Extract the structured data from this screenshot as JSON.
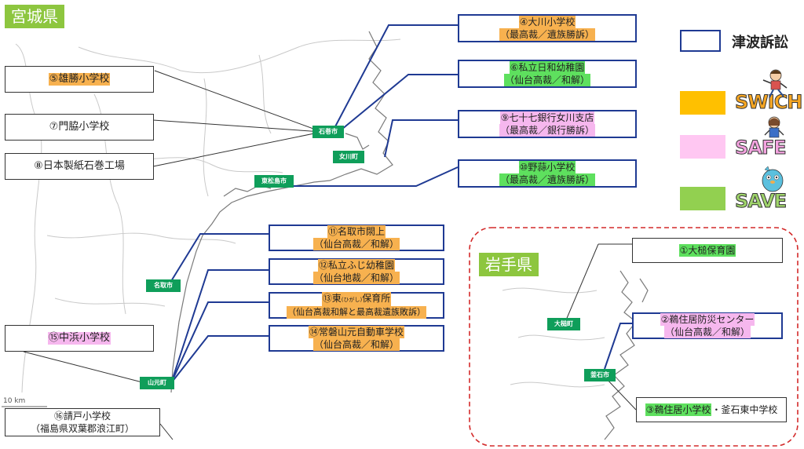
{
  "miyagi_label": "宮城県",
  "iwate_label": "岩手県",
  "legend": {
    "lawsuit_label": "津波訴訟",
    "switch_word": "SWICH",
    "safe_word": "SAFE",
    "save_word": "SAVE",
    "colors": {
      "switch": "#ffc000",
      "safe": "#ffc7f2",
      "save": "#92d050",
      "line": "#1f3a93"
    }
  },
  "cities": {
    "ishinomaki": "石巻市",
    "onagawa": "女川町",
    "higashimatsushima": "東松島市",
    "natori": "名取市",
    "yamamoto": "山元町",
    "otsuchi": "大槌町",
    "kamaishi": "釜石市"
  },
  "sites": {
    "s4": {
      "name": "④大川小学校",
      "detail": "（最高裁／遺族勝訴）"
    },
    "s6": {
      "name": "⑥私立日和幼稚園",
      "detail": "（仙台高裁／和解）"
    },
    "s9": {
      "name": "⑨七十七銀行女川支店",
      "detail": "（最高裁／銀行勝訴）"
    },
    "s10": {
      "name": "⑩野蒜小学校",
      "detail": "（最高裁／遺族勝訴）"
    },
    "s5": {
      "name": "⑤雄勝小学校"
    },
    "s7": {
      "name": "⑦門脇小学校"
    },
    "s8": {
      "name": "⑧日本製紙石巻工場"
    },
    "s11": {
      "name": "⑪名取市閖上",
      "detail": "（仙台高裁／和解）"
    },
    "s12": {
      "name": "⑫私立ふじ幼稚園",
      "detail": "（仙台地裁／和解）"
    },
    "s13": {
      "name_prefix": "⑬東",
      "ruby": "(ひがし)",
      "name_suffix": "保育所",
      "detail": "（仙台高裁和解と最高裁遺族敗訴）"
    },
    "s14": {
      "name": "⑭常磐山元自動車学校",
      "detail": "（仙台高裁／和解）"
    },
    "s15": {
      "name": "⑮中浜小学校"
    },
    "s16": {
      "name": "⑯請戸小学校",
      "detail": "（福島県双葉郡浪江町）"
    },
    "s1": {
      "name": "①大槌保育園"
    },
    "s2": {
      "name": "②鵜住居防災センター",
      "detail": "（仙台高裁／和解）"
    },
    "s3": {
      "name": "③鵜住居小学校",
      "suffix": "・釜石東中学校"
    }
  },
  "scale": "10 km"
}
